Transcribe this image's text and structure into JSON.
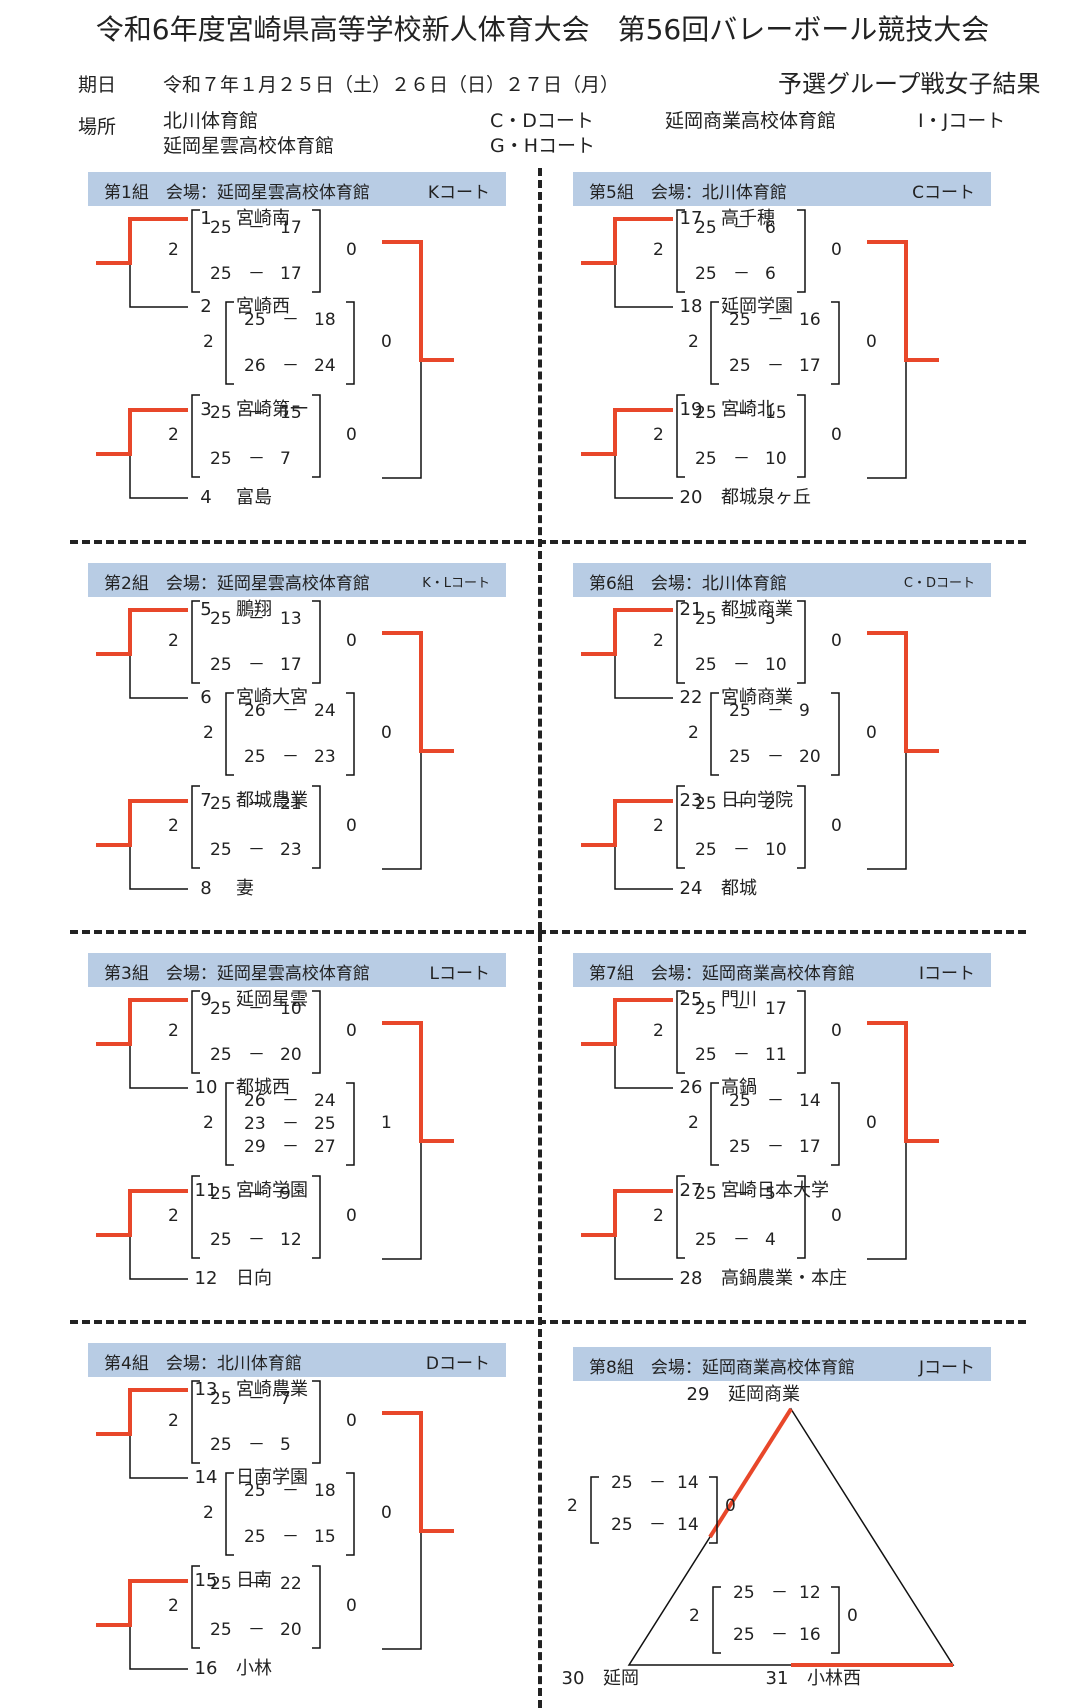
{
  "title": "令和6年度宮崎県高等学校新人体育大会　第56回バレーボール競技大会",
  "subtitle": "予選グループ戦女子結果",
  "dates_label": "期日",
  "dates_value": "令和７年１月２５日（土）２６日（日）２７日（月）",
  "venue_label": "場所",
  "venues": [
    {
      "name": "北川体育館",
      "courts": "C・Dコート"
    },
    {
      "name": "延岡星雲高校体育館",
      "courts": "G・Hコート"
    },
    {
      "name": "延岡商業高校体育館",
      "courts": "I・Jコート"
    }
  ],
  "groups": [
    {
      "label": "第1組　会場：延岡星雲高校体育館",
      "court": "Kコート",
      "teams": [
        {
          "num": "1",
          "name": "宮崎南"
        },
        {
          "num": "2",
          "name": "宮崎西"
        },
        {
          "num": "3",
          "name": "宮崎第一"
        },
        {
          "num": "4",
          "name": "富島"
        }
      ],
      "matches": [
        {
          "sets": [
            [
              "25",
              "17"
            ],
            [
              "25",
              "17"
            ]
          ],
          "won": "2",
          "lost": "0"
        },
        {
          "sets": [
            [
              "25",
              "18"
            ],
            [
              "26",
              "24"
            ]
          ],
          "won": "2",
          "lost": "0"
        },
        {
          "sets": [
            [
              "25",
              "15"
            ],
            [
              "25",
              "7"
            ]
          ],
          "won": "2",
          "lost": "0"
        }
      ]
    },
    {
      "label": "第2組　会場：延岡星雲高校体育館",
      "court": "K・Lコート",
      "teams": [
        {
          "num": "5",
          "name": "鵬翔"
        },
        {
          "num": "6",
          "name": "宮崎大宮"
        },
        {
          "num": "7",
          "name": "都城農業"
        },
        {
          "num": "8",
          "name": "妻"
        }
      ],
      "matches": [
        {
          "sets": [
            [
              "25",
              "13"
            ],
            [
              "25",
              "17"
            ]
          ],
          "won": "2",
          "lost": "0"
        },
        {
          "sets": [
            [
              "26",
              "24"
            ],
            [
              "25",
              "23"
            ]
          ],
          "won": "2",
          "lost": "0"
        },
        {
          "sets": [
            [
              "25",
              "21"
            ],
            [
              "25",
              "23"
            ]
          ],
          "won": "2",
          "lost": "0"
        }
      ]
    },
    {
      "label": "第3組　会場：延岡星雲高校体育館",
      "court": "Lコート",
      "teams": [
        {
          "num": "9",
          "name": "延岡星雲"
        },
        {
          "num": "10",
          "name": "都城西"
        },
        {
          "num": "11",
          "name": "宮崎学園"
        },
        {
          "num": "12",
          "name": "日向"
        }
      ],
      "matches": [
        {
          "sets": [
            [
              "25",
              "10"
            ],
            [
              "25",
              "20"
            ]
          ],
          "won": "2",
          "lost": "0"
        },
        {
          "sets": [
            [
              "26",
              "24"
            ],
            [
              "23",
              "25"
            ],
            [
              "29",
              "27"
            ]
          ],
          "won": "2",
          "lost": "1"
        },
        {
          "sets": [
            [
              "25",
              "9"
            ],
            [
              "25",
              "12"
            ]
          ],
          "won": "2",
          "lost": "0"
        }
      ]
    },
    {
      "label": "第4組　会場：北川体育館",
      "court": "Dコート",
      "teams": [
        {
          "num": "13",
          "name": "宮崎農業"
        },
        {
          "num": "14",
          "name": "日南学園"
        },
        {
          "num": "15",
          "name": "日南"
        },
        {
          "num": "16",
          "name": "小林"
        }
      ],
      "matches": [
        {
          "sets": [
            [
              "25",
              "7"
            ],
            [
              "25",
              "5"
            ]
          ],
          "won": "2",
          "lost": "0"
        },
        {
          "sets": [
            [
              "25",
              "18"
            ],
            [
              "25",
              "15"
            ]
          ],
          "won": "2",
          "lost": "0"
        },
        {
          "sets": [
            [
              "25",
              "22"
            ],
            [
              "25",
              "20"
            ]
          ],
          "won": "2",
          "lost": "0"
        }
      ]
    },
    {
      "label": "第5組　会場：北川体育館",
      "court": "Cコート",
      "teams": [
        {
          "num": "17",
          "name": "高千穂"
        },
        {
          "num": "18",
          "name": "延岡学園"
        },
        {
          "num": "19",
          "name": "宮崎北"
        },
        {
          "num": "20",
          "name": "都城泉ヶ丘"
        }
      ],
      "matches": [
        {
          "sets": [
            [
              "25",
              "6"
            ],
            [
              "25",
              "6"
            ]
          ],
          "won": "2",
          "lost": "0"
        },
        {
          "sets": [
            [
              "25",
              "16"
            ],
            [
              "25",
              "17"
            ]
          ],
          "won": "2",
          "lost": "0"
        },
        {
          "sets": [
            [
              "25",
              "15"
            ],
            [
              "25",
              "10"
            ]
          ],
          "won": "2",
          "lost": "0"
        }
      ]
    },
    {
      "label": "第6組　会場：北川体育館",
      "court": "C・Dコート",
      "teams": [
        {
          "num": "21",
          "name": "都城商業"
        },
        {
          "num": "22",
          "name": "宮崎商業"
        },
        {
          "num": "23",
          "name": "日向学院"
        },
        {
          "num": "24",
          "name": "都城"
        }
      ],
      "matches": [
        {
          "sets": [
            [
              "25",
              "5"
            ],
            [
              "25",
              "10"
            ]
          ],
          "won": "2",
          "lost": "0"
        },
        {
          "sets": [
            [
              "25",
              "9"
            ],
            [
              "25",
              "20"
            ]
          ],
          "won": "2",
          "lost": "0"
        },
        {
          "sets": [
            [
              "25",
              "2"
            ],
            [
              "25",
              "10"
            ]
          ],
          "won": "2",
          "lost": "0"
        }
      ]
    },
    {
      "label": "第7組　会場：延岡商業高校体育館",
      "court": "Iコート",
      "teams": [
        {
          "num": "25",
          "name": "門川"
        },
        {
          "num": "26",
          "name": "高鍋"
        },
        {
          "num": "27",
          "name": "宮崎日本大学"
        },
        {
          "num": "28",
          "name": "高鍋農業・本庄"
        }
      ],
      "matches": [
        {
          "sets": [
            [
              "25",
              "17"
            ],
            [
              "25",
              "11"
            ]
          ],
          "won": "2",
          "lost": "0"
        },
        {
          "sets": [
            [
              "25",
              "14"
            ],
            [
              "25",
              "17"
            ]
          ],
          "won": "2",
          "lost": "0"
        },
        {
          "sets": [
            [
              "25",
              "5"
            ],
            [
              "25",
              "4"
            ]
          ],
          "won": "2",
          "lost": "0"
        }
      ]
    }
  ],
  "group8": {
    "label": "第8組　会場：延岡商業高校体育館",
    "court": "Jコート",
    "teams": [
      {
        "num": "29",
        "name": "延岡商業"
      },
      {
        "num": "30",
        "name": "延岡"
      },
      {
        "num": "31",
        "name": "小林西"
      }
    ],
    "matches": [
      {
        "sets": [
          [
            "25",
            "14"
          ],
          [
            "25",
            "14"
          ]
        ],
        "won": "2",
        "lost": "0"
      },
      {
        "sets": [
          [
            "25",
            "12"
          ],
          [
            "25",
            "16"
          ]
        ],
        "won": "2",
        "lost": "0"
      }
    ]
  }
}
